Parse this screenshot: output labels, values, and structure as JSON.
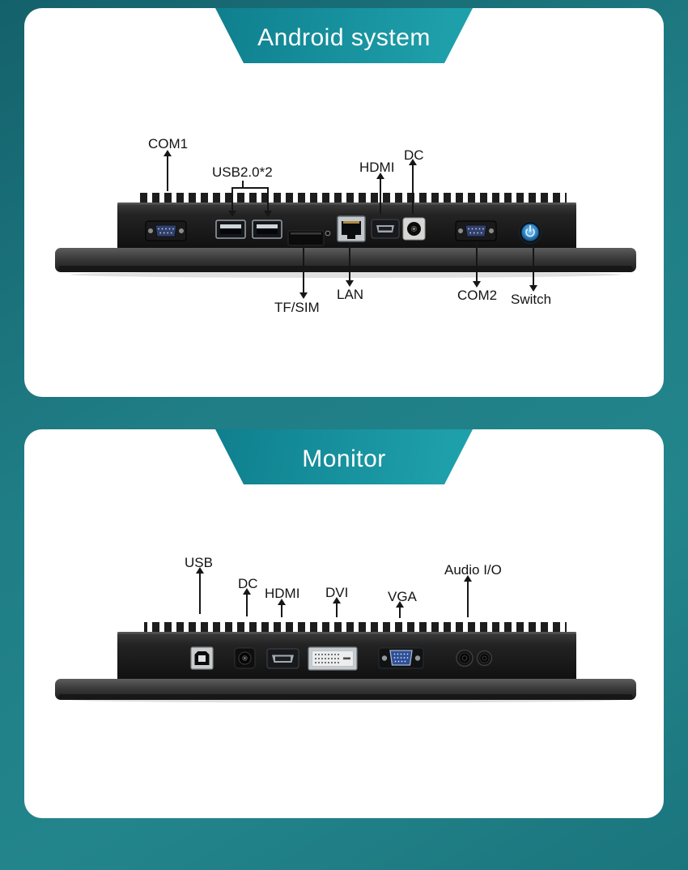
{
  "theme": {
    "background_teal_dark": "#14616b",
    "background_teal": "#1f7d85",
    "banner_teal": "#1596a2",
    "card_background": "#ffffff",
    "label_color": "#141414",
    "title_color": "#ffffff",
    "power_button_blue": "#3f9fe0",
    "serial_port_blue": "#31406b",
    "vga_port_blue": "#2f4f97"
  },
  "panels": [
    {
      "title": "Android system",
      "labels": [
        "COM1",
        "USB2.0*2",
        "HDMI",
        "DC",
        "TF/SIM",
        "LAN",
        "COM2",
        "Switch"
      ],
      "ports": [
        "com1-serial-port",
        "usb-a-port-1",
        "usb-a-port-2",
        "tf-sim-card-slot",
        "reset-hole",
        "lan-rj45-port",
        "hdmi-port",
        "dc-power-jack",
        "com2-serial-port",
        "power-switch-button"
      ]
    },
    {
      "title": "Monitor",
      "labels": [
        "USB",
        "DC",
        "HDMI",
        "DVI",
        "VGA",
        "Audio I/O"
      ],
      "ports": [
        "usb-b-port",
        "dc-power-jack",
        "hdmi-port",
        "dvi-port",
        "vga-port",
        "audio-jack-left",
        "audio-jack-right"
      ]
    }
  ]
}
